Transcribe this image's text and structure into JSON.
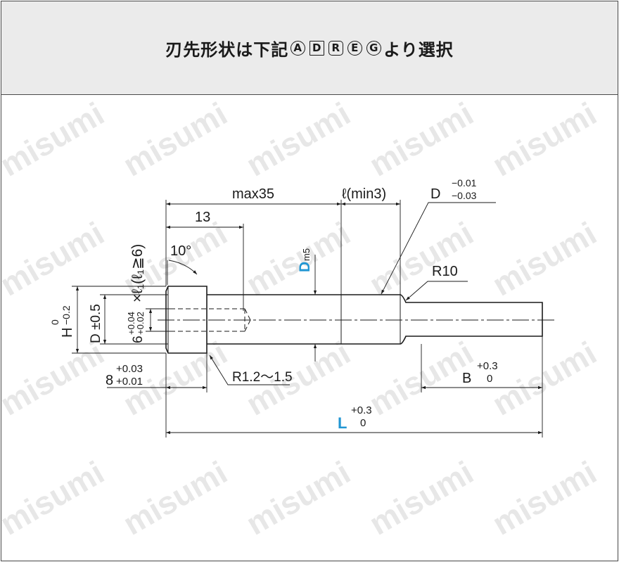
{
  "header": {
    "title_prefix": "刃先形状は下記",
    "badges": [
      "A",
      "D",
      "R",
      "E",
      "G"
    ],
    "title_suffix": "より選択"
  },
  "watermark": "misumi",
  "dimensions": {
    "max35": "max35",
    "thirteen": "13",
    "ten_deg": "10°",
    "l_min3": "ℓ(min3)",
    "d_main": "D",
    "d_tol_upper": "−0.01",
    "d_tol_lower": "−0.03",
    "dm5_main": "D",
    "dm5_sub": "m5",
    "r10": "R10",
    "r12": "R1.2〜1.5",
    "b_main": "B",
    "b_tol_upper": "+0.3",
    "b_tol_lower": "0",
    "l_main": "L",
    "l_tol_upper": "+0.3",
    "l_tol_lower": "0",
    "eight_main": "8",
    "eight_tol_upper": "+0.03",
    "eight_tol_lower": "+0.01",
    "h_main": "H",
    "h_tol_upper": "0",
    "h_tol_lower": "−0.2",
    "d_pm": "D ±0.5",
    "six_main": "6",
    "six_tol_upper": "+0.04",
    "six_tol_lower": "+0.02",
    "cross_l1": "×ℓ₁(ℓ₁≧6)"
  }
}
